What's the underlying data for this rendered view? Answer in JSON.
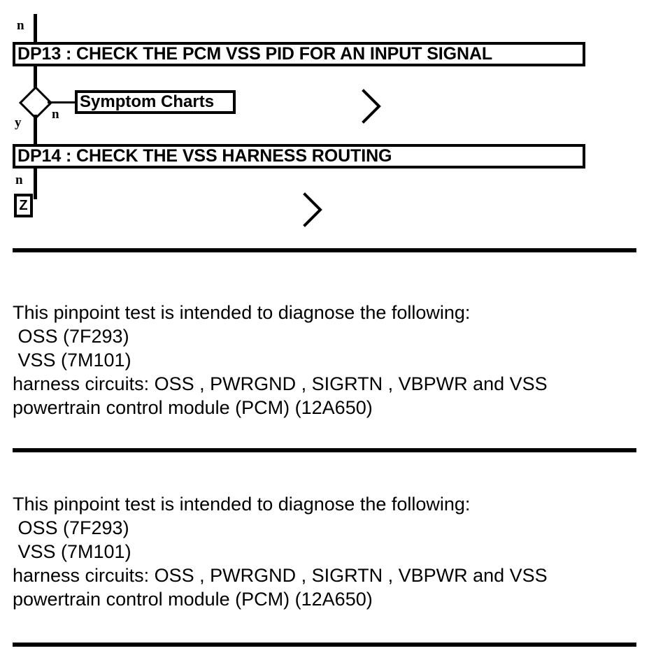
{
  "document": {
    "type": "pinpoint-test-flowchart"
  },
  "flowchart": {
    "entry_branch_label": "n",
    "steps": [
      {
        "id": "DP13",
        "label": "DP13 : CHECK THE PCM VSS PID FOR AN INPUT SIGNAL"
      },
      {
        "id": "DP14",
        "label": "DP14 : CHECK THE VSS HARNESS ROUTING"
      }
    ],
    "decision": {
      "yes_label": "y",
      "no_label": "n"
    },
    "reference_box": {
      "label": "Symptom Charts"
    },
    "exit_branch_label": "n",
    "connector_tag": {
      "label": "Z"
    },
    "chevrons": [
      {
        "glyph": ">"
      },
      {
        "glyph": ">"
      }
    ]
  },
  "content": {
    "blocks": [
      {
        "lines": [
          "This pinpoint test is intended to diagnose the following:",
          " OSS (7F293)",
          " VSS (7M101)",
          "harness circuits: OSS , PWRGND , SIGRTN , VBPWR and VSS",
          "powertrain control module (PCM) (12A650)"
        ]
      },
      {
        "lines": [
          "This pinpoint test is intended to diagnose the following:",
          " OSS (7F293)",
          " VSS (7M101)",
          "harness circuits: OSS , PWRGND , SIGRTN , VBPWR and VSS",
          "powertrain control module (PCM) (12A650)"
        ]
      }
    ]
  },
  "colors": {
    "ink": "#000000",
    "paper": "#ffffff"
  }
}
